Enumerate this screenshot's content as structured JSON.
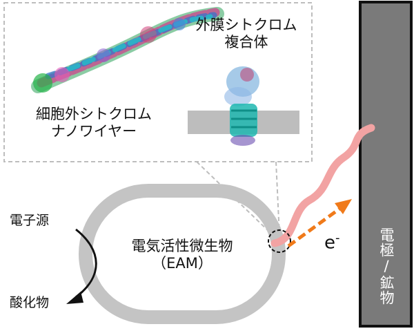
{
  "labels": {
    "outer_membrane_cytochrome": [
      "外膜シトクロム",
      "複合体"
    ],
    "extracellular_nanowire": [
      "細胞外シトクロム",
      "ナノワイヤー"
    ],
    "electron_donor": "電子源",
    "oxidized_product": "酸化物",
    "microbe": [
      "電気活性微生物",
      "（EAM）"
    ],
    "electron": "e",
    "electron_superscript": "-",
    "electrode": "電極/鉱物"
  },
  "colors": {
    "cell_wall": "#c4c4c4",
    "membrane": "#bdbdbd",
    "electrode": "#7a7a7a",
    "nanowire": "#f2a3a3",
    "electron_arrow": "#f07a1a",
    "inset_border": "#bdbdbd"
  }
}
